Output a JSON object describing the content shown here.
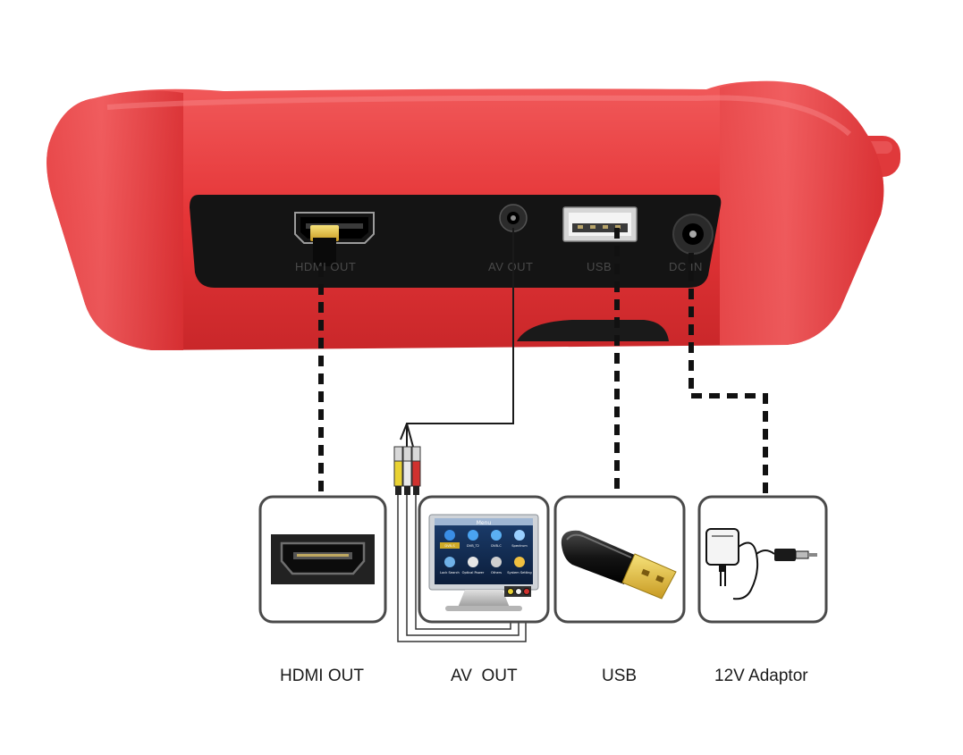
{
  "device": {
    "body_color": "#e83a3c",
    "panel_color": "#151515",
    "port_labels": {
      "hdmi": "HDMI OUT",
      "av": "AV OUT",
      "usb": "USB",
      "dc": "DC IN"
    }
  },
  "accessories": [
    {
      "id": "hdmi",
      "caption": "HDMI OUT",
      "icon": "hdmi-port-icon"
    },
    {
      "id": "av",
      "caption": "AV  OUT",
      "icon": "monitor-icon"
    },
    {
      "id": "usb",
      "caption": "USB",
      "icon": "usb-stick-icon"
    },
    {
      "id": "adaptor",
      "caption": "12V Adaptor",
      "icon": "power-adapter-icon"
    }
  ],
  "monitor_menu": {
    "title": "Menu",
    "items": [
      "DVB-S",
      "DVB_T2",
      "DVB-C",
      "Spectrum",
      "Lock Search",
      "Optical Power",
      "Others",
      "System Setting"
    ]
  }
}
